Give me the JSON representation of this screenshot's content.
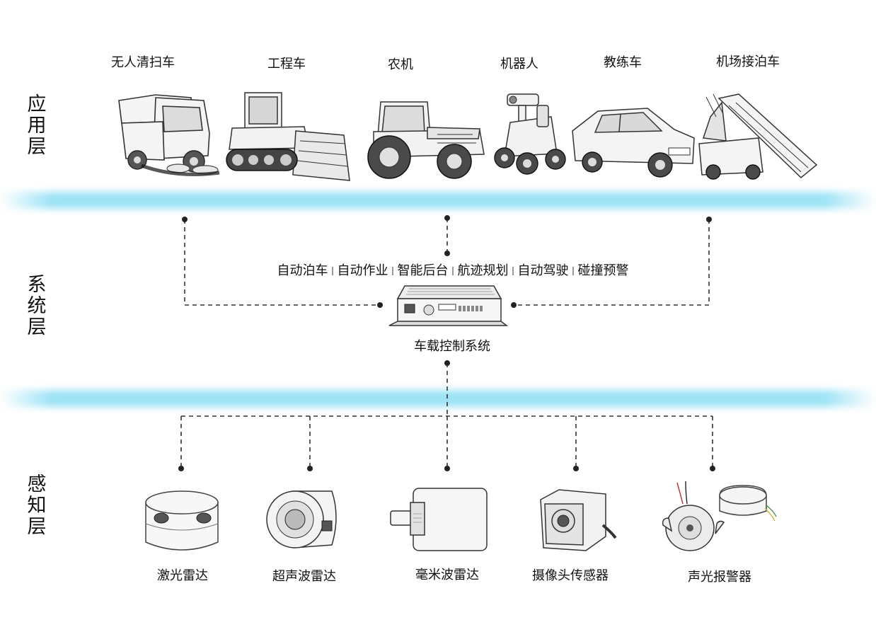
{
  "layers": {
    "application": "应\n用\n层",
    "system": "系\n统\n层",
    "perception": "感\n知\n层"
  },
  "application_items": [
    "无人清扫车",
    "工程车",
    "农机",
    "机器人",
    "教练车",
    "机场接泊车"
  ],
  "system": {
    "features": [
      "自动泊车",
      "自动作业",
      "智能后台",
      "航迹规划",
      "自动驾驶",
      "碰撞预警"
    ],
    "controller_label": "车载控制系统"
  },
  "perception_items": [
    "激光雷达",
    "超声波雷达",
    "毫米波雷达",
    "摄像头传感器",
    "声光报警器"
  ],
  "colors": {
    "glow": "#9be3f5",
    "line": "#333333"
  }
}
